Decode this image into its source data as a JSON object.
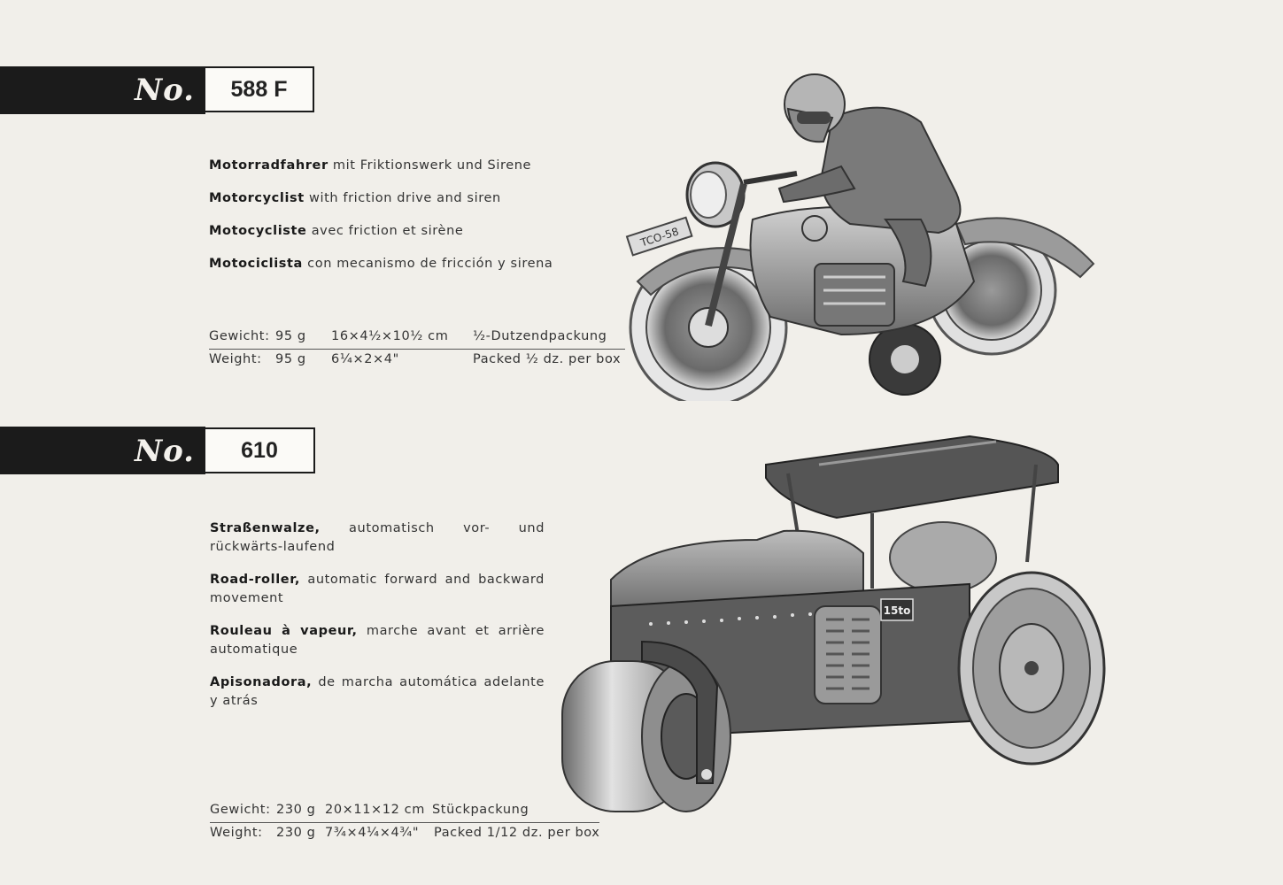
{
  "products": [
    {
      "no_label": "No.",
      "number": "588 F",
      "descriptions": [
        {
          "name": "Motorradfahrer",
          "text": "mit Friktionswerk und Sirene"
        },
        {
          "name": "Motorcyclist",
          "text": "with friction drive and siren"
        },
        {
          "name": "Motocycliste",
          "text": "avec friction et sirène"
        },
        {
          "name": "Motociclista",
          "text": "con mecanismo de fricción y sirena"
        }
      ],
      "specs": [
        {
          "label": "Gewicht:",
          "weight": "95 g",
          "dims": "16×4½×10½ cm",
          "pack": "½-Dutzendpackung"
        },
        {
          "label": "Weight:",
          "weight": "95 g",
          "dims": "6¼×2×4\"",
          "pack": "Packed ½ dz. per box"
        }
      ],
      "plate_text": "TCO-58",
      "illustration": "motorcyclist-toy"
    },
    {
      "no_label": "No.",
      "number": "610",
      "descriptions": [
        {
          "name": "Straßenwalze,",
          "text": "automatisch vor- und rückwärts-laufend"
        },
        {
          "name": "Road-roller,",
          "text": "automatic forward and backward movement"
        },
        {
          "name": "Rouleau à vapeur,",
          "text": "marche avant et arrière automatique"
        },
        {
          "name": "Apisonadora,",
          "text": "de marcha automática adelante y atrás"
        }
      ],
      "specs": [
        {
          "label": "Gewicht:",
          "weight": "230 g",
          "dims": "20×11×12 cm",
          "pack": "Stückpackung"
        },
        {
          "label": "Weight:",
          "weight": "230 g",
          "dims": "7¾×4¼×4¾\"",
          "pack": "Packed 1/12 dz. per box"
        }
      ],
      "plate_text": "15to",
      "illustration": "road-roller-toy"
    }
  ]
}
